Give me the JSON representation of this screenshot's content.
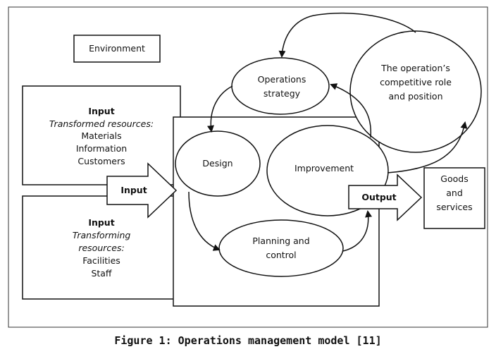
{
  "environment_label": "Environment",
  "input_transformed": {
    "heading": "Input",
    "subheading": "Transformed resources:",
    "items": [
      "Materials",
      "Information",
      "Customers"
    ]
  },
  "input_transforming": {
    "heading": "Input",
    "subheading_lines": [
      "Transforming",
      "resources:"
    ],
    "items": [
      "Facilities",
      "Staff"
    ]
  },
  "input_arrow_label": "Input",
  "output_arrow_label": "Output",
  "operations_strategy_lines": [
    "Operations",
    "strategy"
  ],
  "competitive_role_lines": [
    "The operation’s",
    "competitive role",
    "and position"
  ],
  "design_label": "Design",
  "improvement_label": "Improvement",
  "planning_control_lines": [
    "Planning and",
    "control"
  ],
  "goods_services_lines": [
    "Goods",
    "and",
    "services"
  ],
  "caption": "Figure 1: Operations management model [11]"
}
